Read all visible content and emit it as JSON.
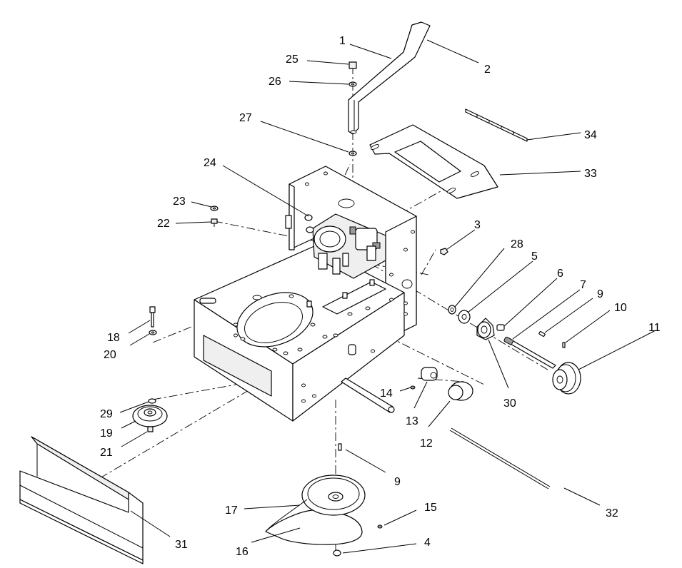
{
  "callouts": [
    {
      "id": "1",
      "text": "1"
    },
    {
      "id": "2",
      "text": "2"
    },
    {
      "id": "3",
      "text": "3"
    },
    {
      "id": "4",
      "text": "4"
    },
    {
      "id": "5",
      "text": "5"
    },
    {
      "id": "6",
      "text": "6"
    },
    {
      "id": "7",
      "text": "7"
    },
    {
      "id": "9a",
      "text": "9"
    },
    {
      "id": "9b",
      "text": "9"
    },
    {
      "id": "10",
      "text": "10"
    },
    {
      "id": "11",
      "text": "11"
    },
    {
      "id": "12",
      "text": "12"
    },
    {
      "id": "13",
      "text": "13"
    },
    {
      "id": "14",
      "text": "14"
    },
    {
      "id": "15",
      "text": "15"
    },
    {
      "id": "16",
      "text": "16"
    },
    {
      "id": "17",
      "text": "17"
    },
    {
      "id": "18",
      "text": "18"
    },
    {
      "id": "19",
      "text": "19"
    },
    {
      "id": "20",
      "text": "20"
    },
    {
      "id": "21",
      "text": "21"
    },
    {
      "id": "22",
      "text": "22"
    },
    {
      "id": "23",
      "text": "23"
    },
    {
      "id": "24",
      "text": "24"
    },
    {
      "id": "25",
      "text": "25"
    },
    {
      "id": "26",
      "text": "26"
    },
    {
      "id": "27",
      "text": "27"
    },
    {
      "id": "28",
      "text": "28"
    },
    {
      "id": "29",
      "text": "29"
    },
    {
      "id": "30",
      "text": "30"
    },
    {
      "id": "31",
      "text": "31"
    },
    {
      "id": "32",
      "text": "32"
    },
    {
      "id": "33",
      "text": "33"
    },
    {
      "id": "34",
      "text": "34"
    }
  ]
}
